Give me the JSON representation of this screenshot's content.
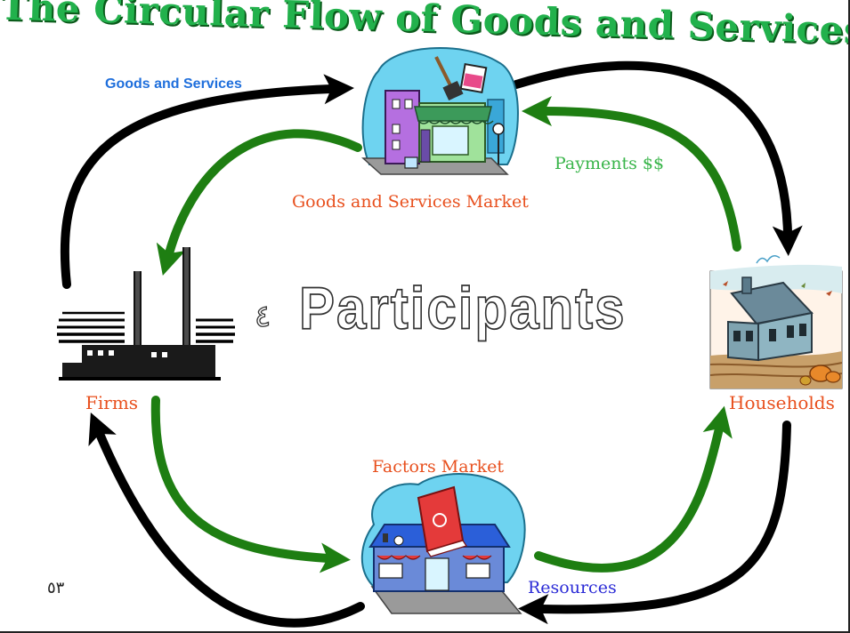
{
  "title": "The Circular Flow of Goods and Services",
  "labels": {
    "goods_and_services": "Goods and Services",
    "payments": "Payments  $$",
    "goods_market": "Goods and Services Market",
    "firms": "Firms",
    "households": "Households",
    "factors_market": "Factors Market",
    "resources": "Resources"
  },
  "center_text": {
    "number": "٤",
    "word": "Participants"
  },
  "page_number": "٥٣",
  "colors": {
    "title": "#22b14c",
    "goods_flow": "#1f6fdc",
    "payments": "#39b54a",
    "node_labels": "#e8501e",
    "resources": "#2b2bd6",
    "black_arrows": "#000000",
    "green_arrows": "#1e7e12"
  },
  "icons": [
    "store-icon",
    "factory-icon",
    "house-icon",
    "bookstore-icon"
  ]
}
